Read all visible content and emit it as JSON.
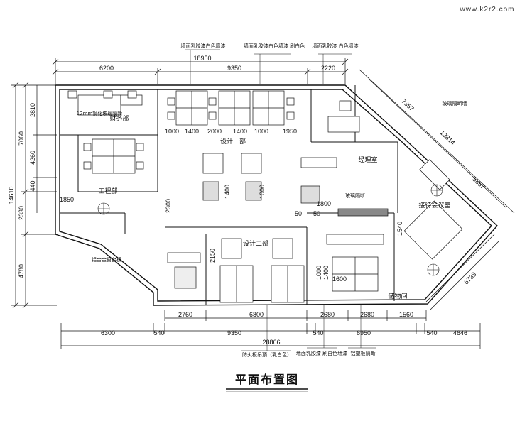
{
  "watermark": "www.k2r2.com",
  "title": "平面布置图",
  "dimensions_top": {
    "overall": "18950",
    "segments": [
      "6200",
      "9350",
      "2220"
    ]
  },
  "dimensions_bottom": {
    "row1": [
      "2760",
      "6800",
      "2680",
      "2680",
      "1560"
    ],
    "row2": [
      "6300",
      "540",
      "9350",
      "540",
      "6950",
      "540",
      "4646"
    ],
    "overall": "28866"
  },
  "dimensions_left": {
    "overall": "14610",
    "upper": "7060",
    "lower_a": "2330",
    "lower_b": "4780",
    "inner": [
      "2810",
      "4260",
      "440",
      "1850"
    ]
  },
  "dimensions_right": {
    "diag_overall": "13814",
    "diag_a": "7357",
    "diag_b": "5857",
    "lower": "6735",
    "side": "1540"
  },
  "dimensions_interior": {
    "desk_row": [
      "1000",
      "1400",
      "2000",
      "1400",
      "1000",
      "1950"
    ],
    "misc": [
      "1400",
      "1800",
      "2150",
      "1000",
      "1600",
      "1400",
      "2300",
      "1000",
      "50",
      "50"
    ]
  },
  "rooms": {
    "finance": "财务部",
    "design1": "设计一部",
    "design2": "设计二部",
    "engineering": "工程部",
    "manager": "经理室",
    "meeting": "接待会议室",
    "storage": "储物间"
  },
  "annotations": {
    "top_a": "墙面乳胶漆白色墙漆",
    "top_b": "墙面乳胶漆白色墙漆 刷白色",
    "top_c": "墙面乳胶漆 白色墙漆",
    "note_finance": "12mm钢化玻璃隔断",
    "note_storage": "玻璃隔断",
    "note_bottom_a": "防火板吊顶（乳白色）",
    "note_bottom_b": "墙面乳胶漆 刷白色墙漆",
    "note_bottom_c": "铝塑板隔断",
    "note_meeting": "玻璃隔断墙",
    "note_lobby": "铝合金窗台板"
  }
}
